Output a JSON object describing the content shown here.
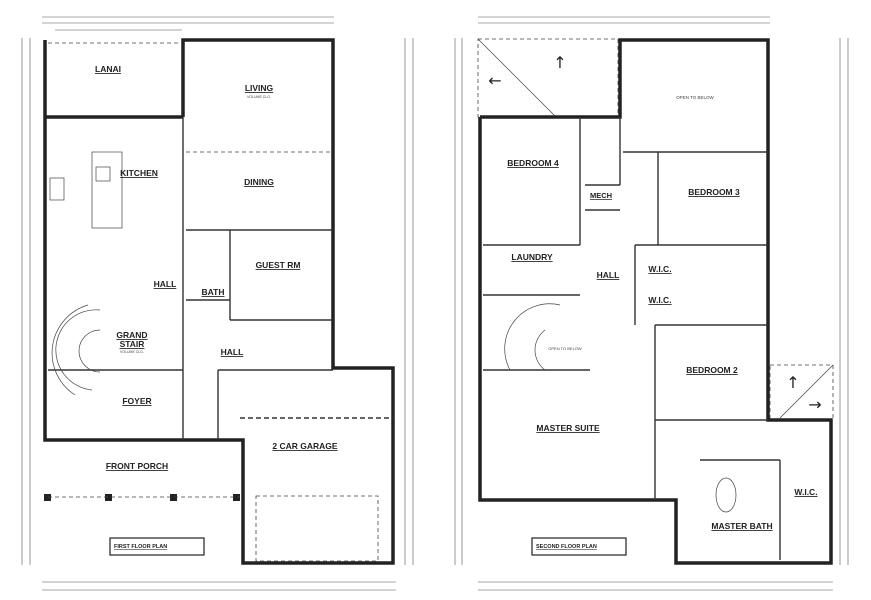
{
  "first_floor": {
    "title": "FIRST FLOOR PLAN",
    "rooms": {
      "lanai": "LANAI",
      "living": "LIVING",
      "living_sub": "VOLUME CLG.",
      "kitchen": "KITCHEN",
      "dining": "DINING",
      "guest_rm": "GUEST RM",
      "hall_upper": "HALL",
      "bath": "BATH",
      "grand_stair": "GRAND",
      "grand_stair_2": "STAIR",
      "grand_stair_sub": "VOLUME CLG.",
      "hall_lower": "HALL",
      "foyer": "FOYER",
      "front_porch": "FRONT PORCH",
      "garage": "2 CAR GARAGE"
    }
  },
  "second_floor": {
    "title": "SECOND FLOOR PLAN",
    "rooms": {
      "open_to_below": "OPEN TO BELOW",
      "bedroom_4": "BEDROOM 4",
      "mech": "MECH",
      "bedroom_3": "BEDROOM 3",
      "laundry": "LAUNDRY",
      "hall": "HALL",
      "wic_1": "W.I.C.",
      "wic_2": "W.I.C.",
      "stair_open": "OPEN TO BELOW",
      "bedroom_2": "BEDROOM 2",
      "master_suite": "MASTER SUITE",
      "master_bath": "MASTER BATH",
      "wic_master": "W.I.C."
    }
  },
  "colors": {
    "line": "#222222",
    "background": "#ffffff"
  }
}
